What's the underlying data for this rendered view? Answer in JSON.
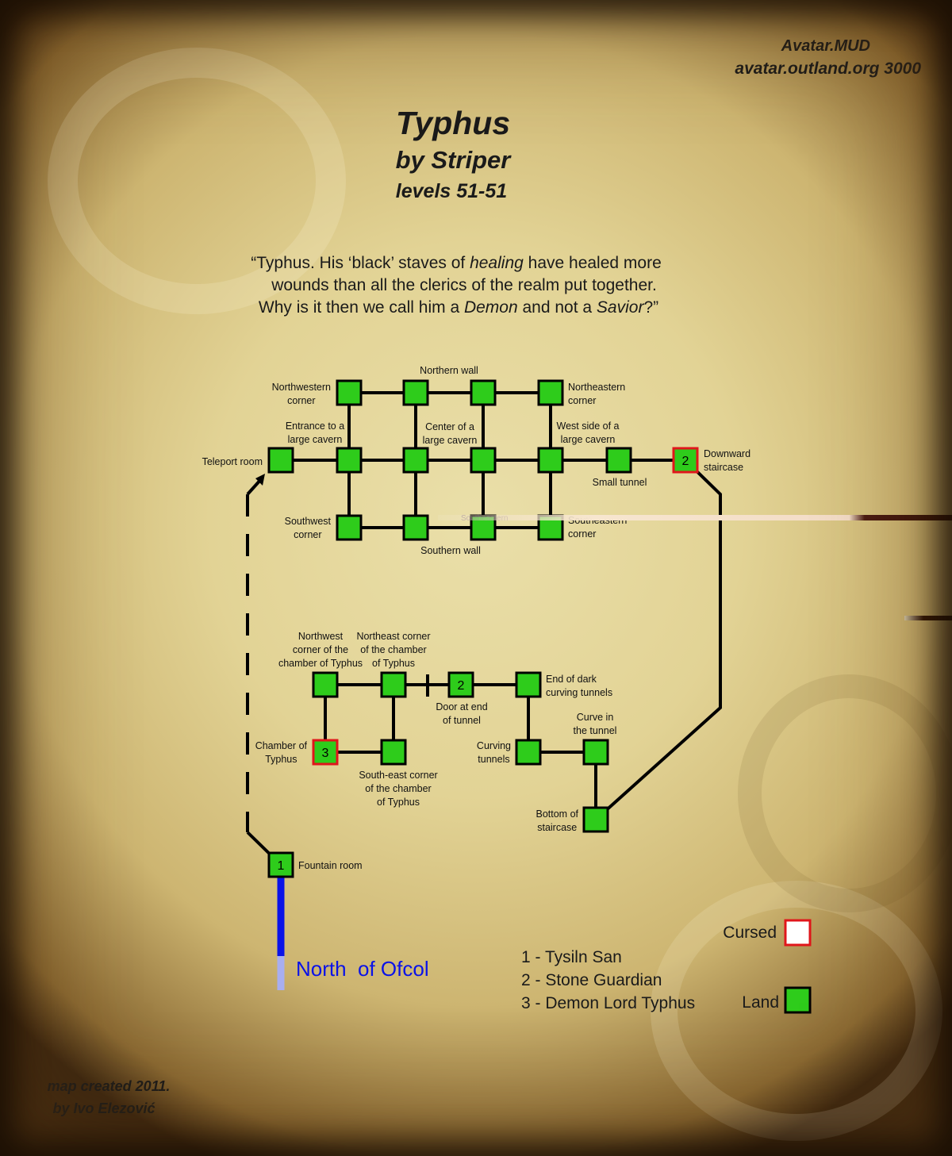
{
  "header": {
    "site": "Avatar.MUD",
    "address": "avatar.outland.org 3000"
  },
  "title": {
    "name": "Typhus",
    "author": "by Striper",
    "levels": "levels 51-51"
  },
  "quote": {
    "line1_a": "“Typhus. His ‘black’ staves of ",
    "line1_em": "healing",
    "line1_b": " have healed more",
    "line2": "wounds than all the clerics of the realm put together.",
    "line3_a": "Why is it then we call him a ",
    "line3_em1": "Demon",
    "line3_b": " and not a ",
    "line3_em2": "Savior",
    "line3_c": "?”"
  },
  "rooms": {
    "northwestern_corner": "Northwestern\ncorner",
    "northern_wall": "Northern wall",
    "northeastern_corner": "Northeastern\ncorner",
    "entrance_cavern": "Entrance to a\nlarge cavern",
    "center_cavern": "Center of a\nlarge cavern",
    "west_side_cavern": "West side of a\nlarge cavern",
    "teleport_room": "Teleport room",
    "small_tunnel": "Small tunnel",
    "downward_staircase": "Downward\nstaircase",
    "southwest_corner": "Southwest\ncorner",
    "southern_wall": "Southern wall",
    "southeastern_corner": "Southeastern\ncorner",
    "southeastern_ghost": "Southeastern",
    "nw_chamber": "Northwest\ncorner of the\nchamber of Typhus",
    "ne_chamber": "Northeast corner\nof the chamber\nof Typhus",
    "door_tunnel": "Door at end\nof tunnel",
    "end_dark_tunnels": "End of dark\ncurving tunnels",
    "chamber_typhus": "Chamber of\nTyphus",
    "se_chamber": "South-east corner\nof the chamber\nof Typhus",
    "curving_tunnels": "Curving\ntunnels",
    "curve_tunnel": "Curve in\nthe tunnel",
    "bottom_staircase": "Bottom of\nstaircase",
    "fountain_room": "Fountain room",
    "north_of_ofcol": "North  of Ofcol"
  },
  "room_numbers": {
    "downward_staircase": "2",
    "door_tunnel": "2",
    "chamber_typhus": "3",
    "fountain_room": "1"
  },
  "mobs": {
    "m1": "1 - Tysiln San",
    "m2": "2 - Stone Guardian",
    "m3": "3 - Demon Lord Typhus"
  },
  "legend": {
    "cursed": "Cursed",
    "land": "Land"
  },
  "credits": {
    "line1": "map created 2011.",
    "line2": "by Ivo Elezović"
  },
  "colors": {
    "room_fill": "#2ecc1b",
    "room_border": "#000000",
    "cursed_border": "#e0161b",
    "exit_line": "#000000",
    "zone_exit": "#0a12e8",
    "zone_exit_faded": "#a8aef0",
    "zone_exit_text": "#0a12e8"
  }
}
